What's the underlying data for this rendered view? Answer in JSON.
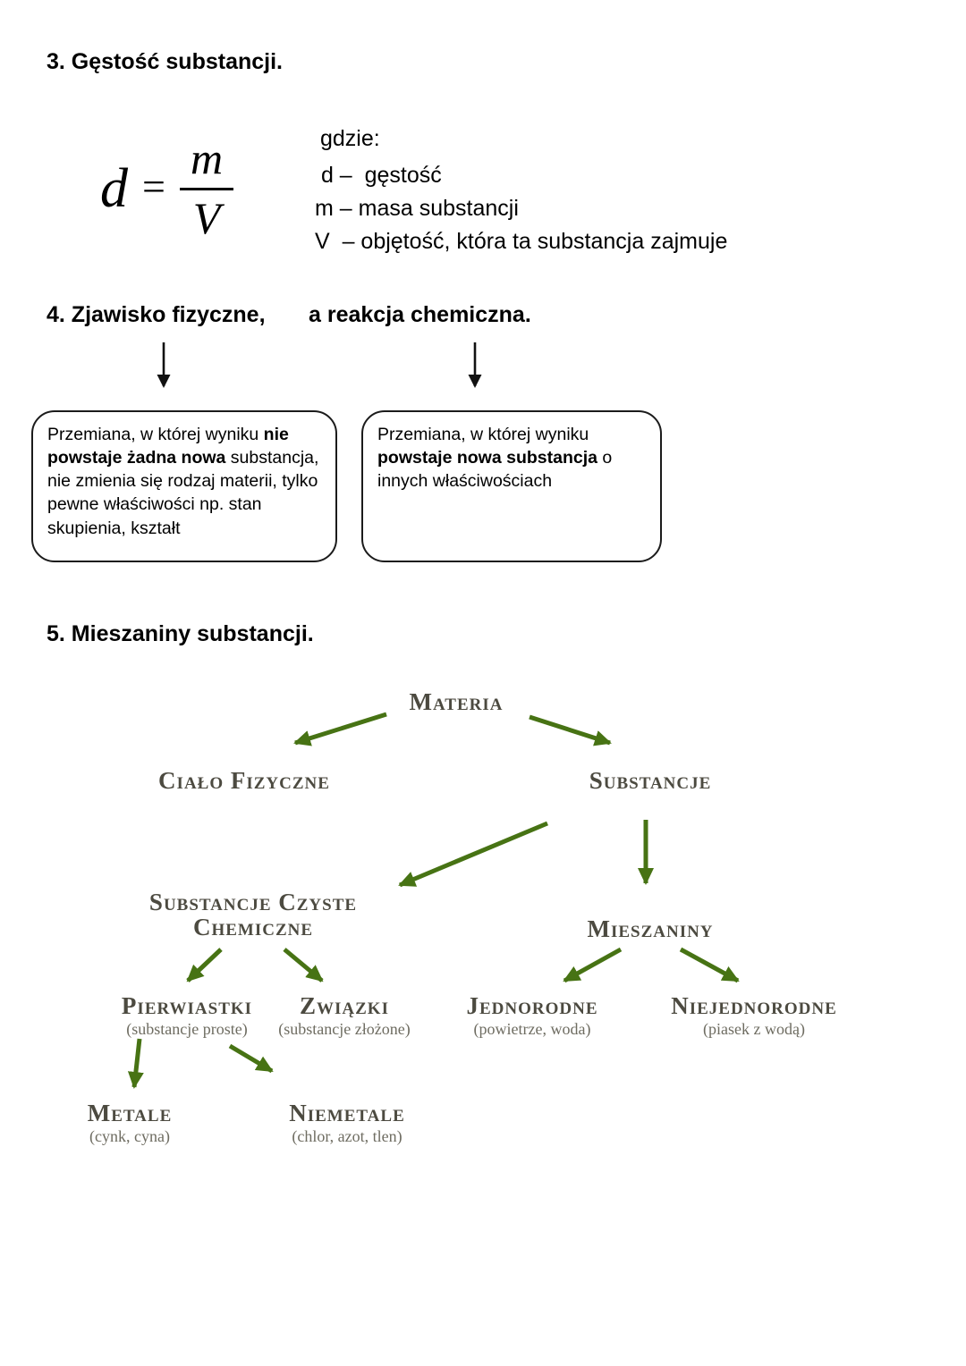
{
  "sections": {
    "s3": {
      "heading": "3. Gęstość substancji."
    },
    "formula": {
      "lhs": "d",
      "eq": "=",
      "num": "m",
      "den": "V",
      "where": "gdzie:",
      "legend": [
        " d –  gęstość",
        "m – masa substancji",
        "V  – objętość, która ta substancja zajmuje"
      ]
    },
    "s4": {
      "heading_left": "4. Zjawisko fizyczne,",
      "heading_right": "a reakcja chemiczna.",
      "box_left": [
        {
          "text": "Przemiana, w której wyniku ",
          "bold": false
        },
        {
          "text": "nie powstaje żadna nowa",
          "bold": true
        },
        {
          "text": " substancja, nie zmienia się rodzaj materii, tylko pewne właściwości np. stan skupienia, kształt",
          "bold": false
        }
      ],
      "box_right": [
        {
          "text": "Przemiana, w której wyniku ",
          "bold": false
        },
        {
          "text": "powstaje nowa substancja",
          "bold": true
        },
        {
          "text": " o innych właściwościach",
          "bold": false
        }
      ]
    },
    "s5": {
      "heading": "5. Mieszaniny substancji.",
      "diagram": {
        "materia": "Materia",
        "cialo_fizyczne": "Ciało Fizyczne",
        "substancje": "Substancje",
        "czyste_line1": "Substancje Czyste",
        "czyste_line2": "Chemiczne",
        "mieszaniny": "Mieszaniny",
        "pierwiastki": "Pierwiastki",
        "pierwiastki_sub": "(substancje proste)",
        "zwiazki": "Związki",
        "zwiazki_sub": "(substancje złożone)",
        "jednorodne": "Jednorodne",
        "jednorodne_sub": "(powietrze, woda)",
        "niejednorodne": "Niejednorodne",
        "niejednorodne_sub": "(piasek z wodą)",
        "metale": "Metale",
        "metale_sub": "(cynk, cyna)",
        "niemetale": "Niemetale",
        "niemetale_sub": "(chlor, azot, tlen)"
      }
    }
  },
  "colors": {
    "arrow_green": "#477314",
    "arrow_black": "#111111",
    "diagram_text": "#4c4a40",
    "diagram_subtext": "#6e6c61"
  }
}
